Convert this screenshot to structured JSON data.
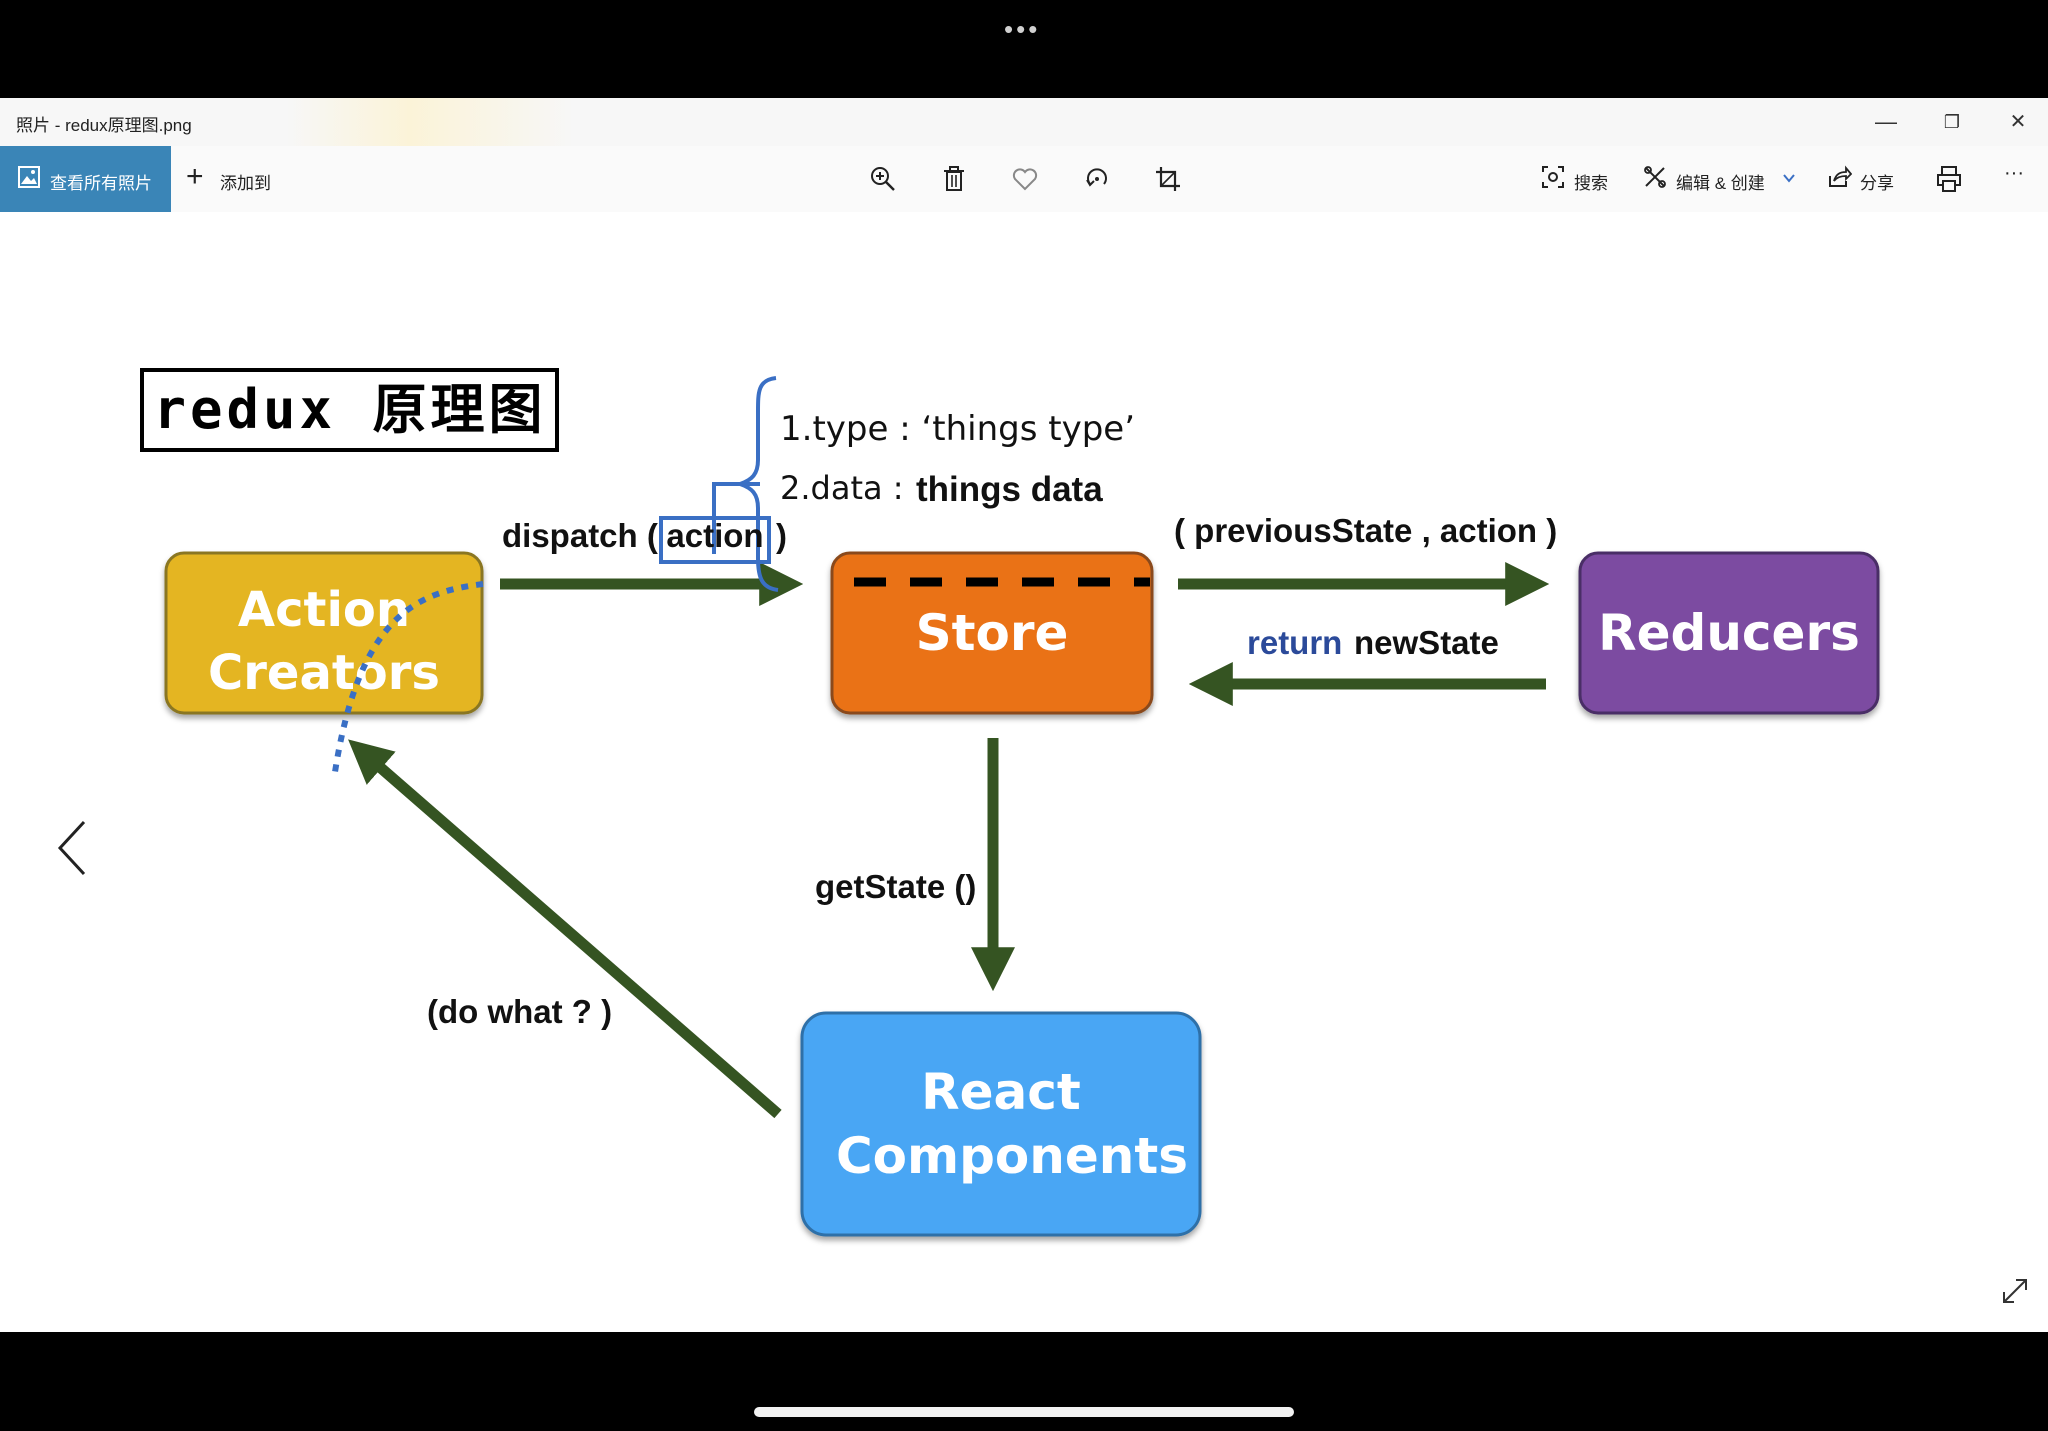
{
  "window": {
    "title": "照片 - redux原理图.png",
    "controls": {
      "minimize": "—",
      "restore": "❐",
      "close": "✕"
    }
  },
  "toolbar": {
    "view_all_label": "查看所有照片",
    "add_to_label": "添加到",
    "search_label": "搜索",
    "edit_label": "编辑 & 创建",
    "share_label": "分享",
    "more_label": "···",
    "icons": [
      "zoom-in-icon",
      "delete-icon",
      "favorite-icon",
      "rotate-icon",
      "crop-icon",
      "visual-search-icon",
      "edit-icon",
      "share-icon",
      "print-icon"
    ]
  },
  "diagram": {
    "title": "redux 原理图",
    "nodes": {
      "action_creators": [
        "Action",
        "Creators"
      ],
      "store": "Store",
      "reducers": "Reducers",
      "react_components": [
        "React",
        "Components"
      ]
    },
    "colors": {
      "action_creators": "#e4b523",
      "store": "#ea7217",
      "reducers": "#7b4ba1",
      "react_components": "#4aa6f4",
      "arrow": "#355422",
      "highlight": "#3a6fc4"
    },
    "labels": {
      "dispatch_prefix": "dispatch (",
      "dispatch_action": "action",
      "dispatch_suffix": ")",
      "action_type": "1.type : ‘things type’",
      "action_data_key": "2.data :",
      "action_data_value": "things data",
      "reducer_args": "( previousState , action )",
      "return_keyword": "return",
      "return_value": "newState",
      "get_state": "getState ()",
      "do_what": "(do what ? )"
    }
  }
}
